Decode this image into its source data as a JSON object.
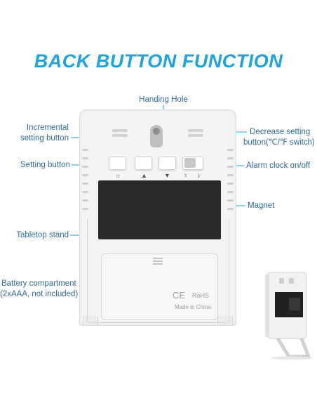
{
  "title": "BACK BUTTON FUNCTION",
  "labels": {
    "handing_hole": "Handing Hole",
    "incremental_line1": "Incremental",
    "incremental_line2": "setting button",
    "decrease_line1": "Decrease setting",
    "decrease_line2": "button(℃/℉ switch)",
    "setting_button": "Setting button",
    "alarm_switch": "Alarm clock on/off",
    "magnet": "Magnet",
    "tabletop_stand": "Tabletop stand",
    "battery_line1": "Battery compartment",
    "battery_line2": "(2xAAA, not included)"
  },
  "device_marks": {
    "ce": "CE",
    "rohs": "RoHS",
    "made_in": "Made in China"
  },
  "colors": {
    "title": "#1ea3df",
    "label_text": "#2f6d93",
    "leader_line": "#1ea3df",
    "magnet": "#2a2a2a"
  },
  "icons": [
    "sun-icon",
    "up-triangle-icon",
    "down-triangle-icon",
    "bell-off-icon",
    "bell-on-icon"
  ]
}
